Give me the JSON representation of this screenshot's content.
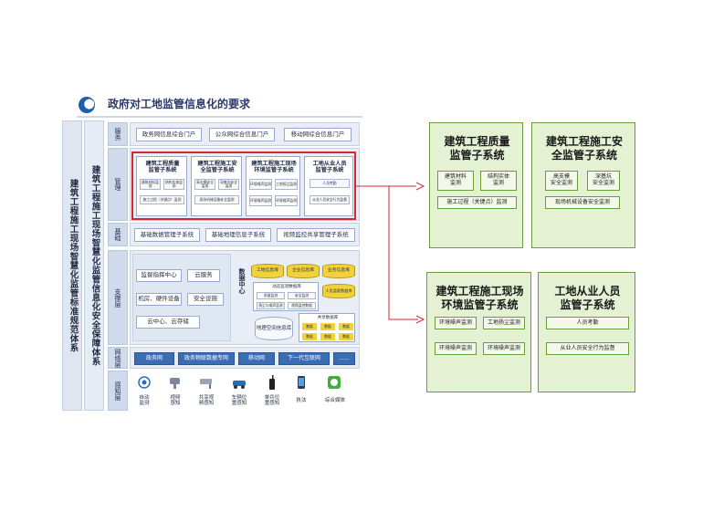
{
  "title": "政府对工地监管信息化的要求",
  "outer_column": "建筑工程施工现场智慧化监管标准规范体系",
  "inner_column": "建筑工程施工现场智慧化监管信息化安全保障体系",
  "layers": {
    "service": {
      "label": "服务",
      "items": [
        "政务网信息综合门户",
        "公众网综合信息门户",
        "移动网综合信息门户"
      ]
    },
    "management": {
      "label": "管理",
      "subsystems": [
        {
          "title": "建筑工程质量\n监管子系统",
          "items": [
            "建筑材料监测",
            "结构实体监测",
            "施工过程（关键点）监测"
          ]
        },
        {
          "title": "建筑工程施工安\n全监管子系统",
          "items": [
            "高支模安全监测",
            "深基坑安全监测",
            "现场机械设备安全监测"
          ]
        },
        {
          "title": "建筑工程施工现场\n环境监管子系统",
          "items": [
            "环境噪声监测",
            "工地扬尘监测",
            "环境噪声监测",
            "环境噪声监测"
          ]
        },
        {
          "title": "工地从业人员\n监管子系统",
          "items": [
            "人员考勤",
            "从业人员安全行为监督"
          ]
        }
      ]
    },
    "foundation": {
      "label": "基础",
      "items": [
        "基础数据管理子系统",
        "基础地理信息子系统",
        "视频监控共享管理子系统"
      ]
    },
    "support": {
      "label": "支撑层",
      "left_items": [
        "监督指挥中心",
        "云服务",
        "机房、硬件设备",
        "安全设施",
        "云中心、云存储"
      ],
      "data_center_label": "数据中心",
      "db_top": [
        "工地信息库",
        "企业信息库",
        "业务信息库"
      ],
      "dynamic_label": "动态监测数据库",
      "dynamic_items": [
        "质量监测",
        "安全监测",
        "扬尘与噪声监测",
        "视频监控数据"
      ],
      "people_db": "人员监管数据库",
      "geo_label": "地理空间信息库",
      "shared_label": "共享数据库",
      "shared_items": [
        "数据",
        "数据",
        "数据",
        "数据",
        "数据",
        "数据"
      ]
    },
    "network": {
      "label": "网络层",
      "items": [
        "政务网",
        "政务物联数据专网",
        "移动网",
        "下一代互联网",
        "……"
      ]
    },
    "perception": {
      "label": "感知层",
      "items": [
        {
          "icon": "sensor-icon",
          "label": "自动\n监测"
        },
        {
          "icon": "camera-icon",
          "label": "视频\n感知"
        },
        {
          "icon": "cctv-icon",
          "label": "共享视\n频感知"
        },
        {
          "icon": "vehicle-icon",
          "label": "车辆位\n置感知"
        },
        {
          "icon": "walkie-talkie-icon",
          "label": "单兵位\n置感知"
        },
        {
          "icon": "phone-icon",
          "label": "执法"
        },
        {
          "icon": "media-icon",
          "label": "综合媒体"
        }
      ]
    }
  },
  "right_boxes": [
    {
      "title": "建筑工程质量\n监管子系统",
      "items": [
        "建筑材料\n监测",
        "结构实体\n监测",
        "施工过程（关键点）监测"
      ]
    },
    {
      "title": "建筑工程施工安\n全监管子系统",
      "items": [
        "高支模\n安全监测",
        "深基坑\n安全监测",
        "现场机械设备安全监测"
      ]
    },
    {
      "title": "建筑工程施工现场\n环境监管子系统",
      "items": [
        "环境噪声监测",
        "工地扬尘监测",
        "环境噪声监测",
        "环境噪声监测"
      ]
    },
    {
      "title": "工地从业人员\n监管子系统",
      "items": [
        "人员考勤",
        "从业人员安全行为监督"
      ]
    }
  ],
  "colors": {
    "accent_red": "#d9262c",
    "layer_blue": "#3a6db3",
    "right_green": "#6a9e3c"
  }
}
